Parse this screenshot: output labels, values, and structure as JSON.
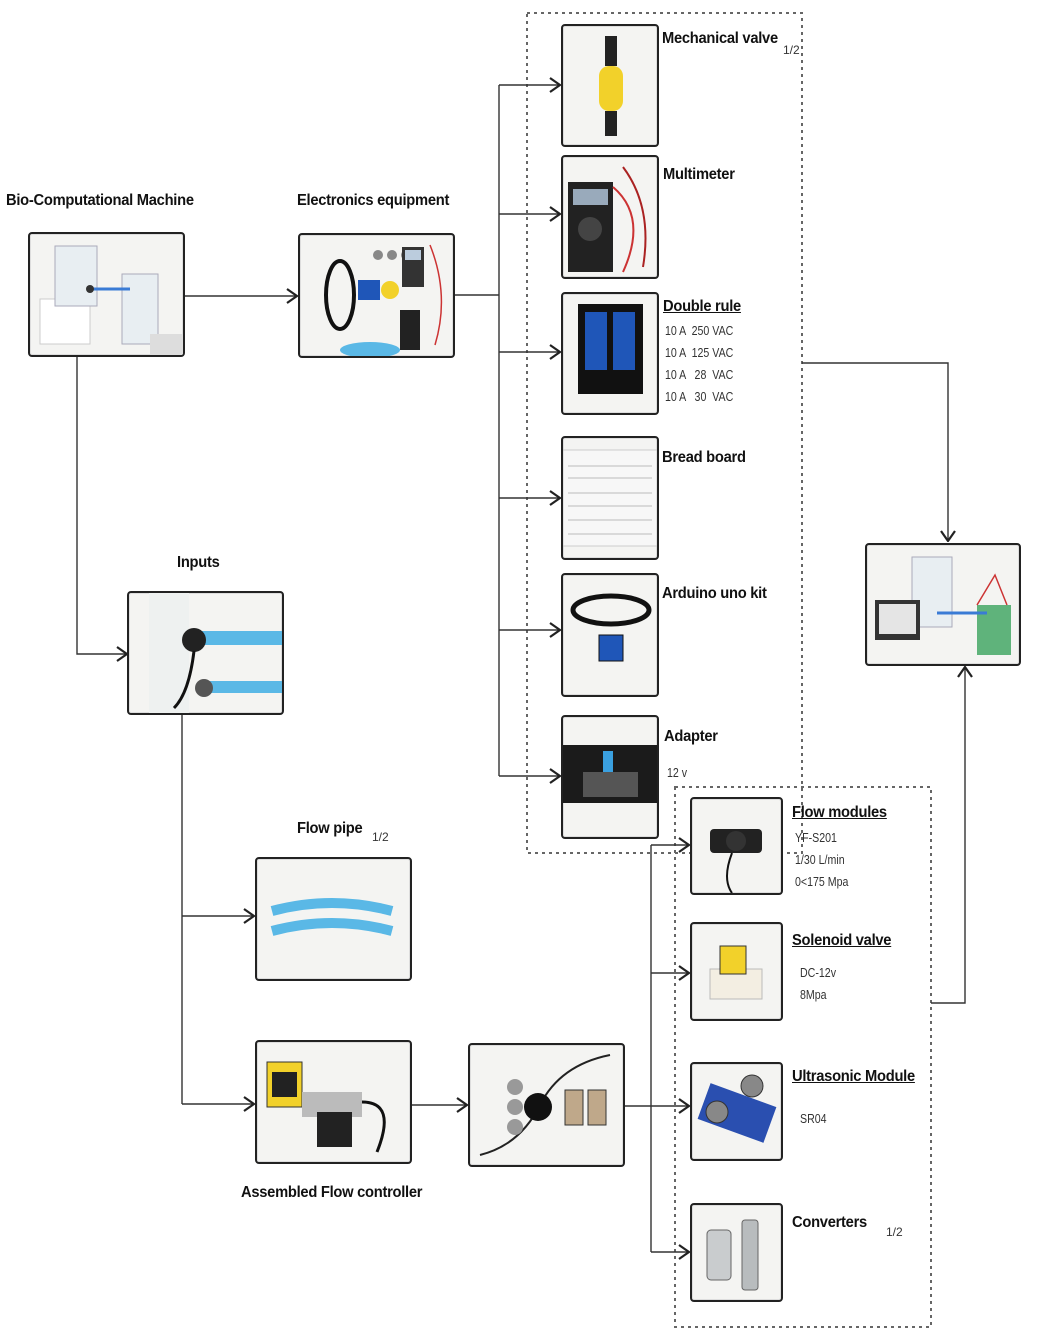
{
  "labels": {
    "bio_machine": "Bio-Computational Machine",
    "electronics": "Electronics equipment",
    "inputs": "Inputs",
    "flow_pipe": "Flow pipe",
    "flow_pipe_frac": "1/2",
    "assembled": "Assembled Flow controller",
    "mechanical_valve": "Mechanical valve",
    "mechanical_valve_frac": "1/2",
    "multimeter": "Multimeter",
    "double_rule": "Double rule",
    "bread_board": "Bread board",
    "arduino": "Arduino uno kit",
    "adapter": "Adapter",
    "flow_modules": "Flow modules",
    "solenoid": "Solenoid valve",
    "ultrasonic": "Ultrasonic Module",
    "converters": "Converters",
    "converters_frac": "1/2"
  },
  "specs": {
    "double_rule": [
      "10 A  250 VAC",
      "10 A  125 VAC",
      "10 A   28  VAC",
      "10 A   30  VAC"
    ],
    "adapter": [
      "12 v"
    ],
    "flow_modules": [
      "YF-S201",
      "1/30 L/min",
      "0<175 Mpa"
    ],
    "solenoid": [
      "DC-12v",
      "8Mpa"
    ],
    "ultrasonic": [
      "SR04"
    ]
  },
  "colors": {
    "line": "#333333",
    "dotted_border": "#666666",
    "photo_bg": "#f4f4f2",
    "pipe_blue": "#5ab8e6",
    "relay_blue": "#1f56b8",
    "valve_yellow": "#f2d12a",
    "water_green": "#3aa35c"
  }
}
